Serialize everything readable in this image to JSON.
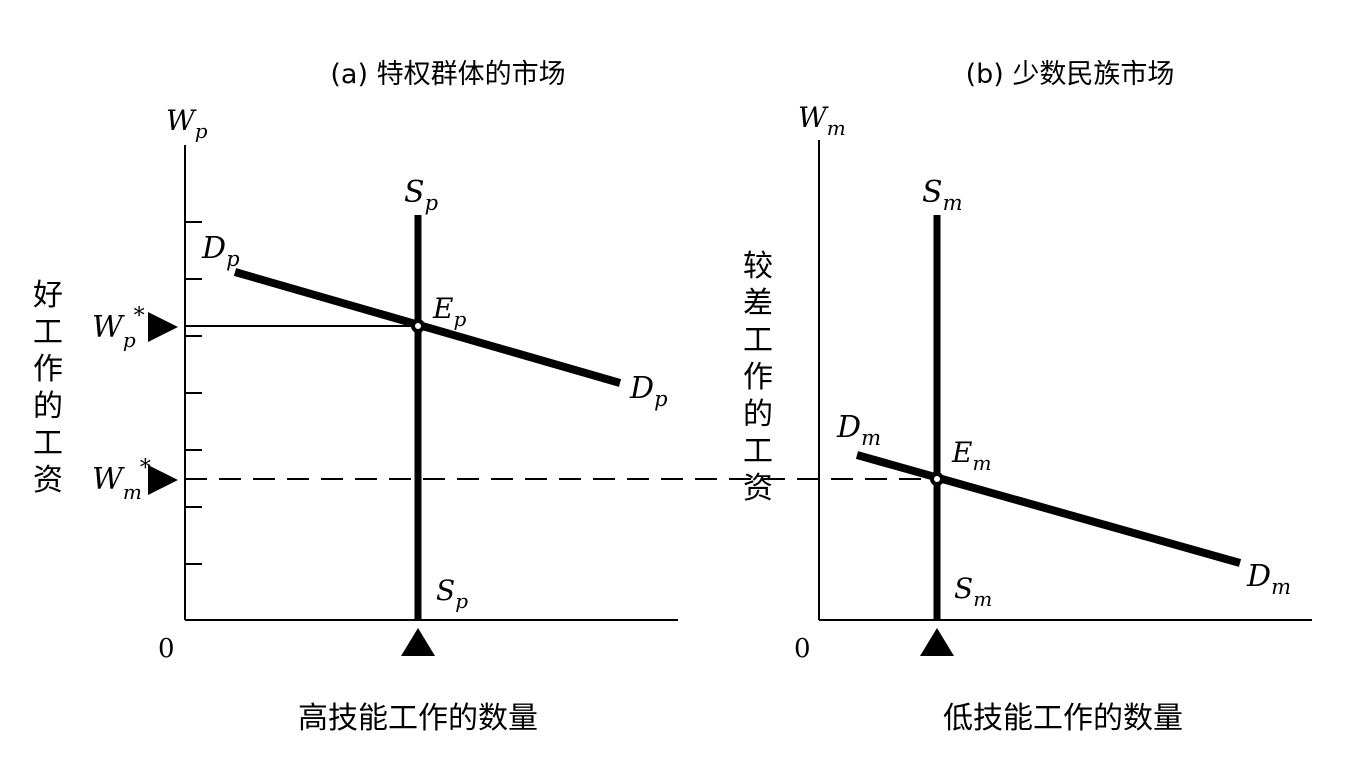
{
  "panel_a": {
    "title": "(a) 特权群体的市场",
    "y_axis_symbol": {
      "main": "W",
      "sub": "p"
    },
    "y_axis_side_label": [
      "好",
      "工",
      "作",
      "的",
      "工",
      "资"
    ],
    "x_axis_label": "高技能工作的数量",
    "origin": "0",
    "supply_top": {
      "main": "S",
      "sub": "p"
    },
    "supply_bottom": {
      "main": "S",
      "sub": "p"
    },
    "demand_left": {
      "main": "D",
      "sub": "p"
    },
    "demand_right": {
      "main": "D",
      "sub": "p"
    },
    "equilibrium": {
      "main": "E",
      "sub": "p"
    },
    "wage_p": {
      "main": "W",
      "sub": "p",
      "sup": "*"
    },
    "wage_m": {
      "main": "W",
      "sub": "m",
      "sup": "*"
    }
  },
  "panel_b": {
    "title": "(b) 少数民族市场",
    "y_axis_symbol": {
      "main": "W",
      "sub": "m"
    },
    "y_axis_side_label": [
      "较",
      "差",
      "工",
      "作",
      "的",
      "工",
      "资"
    ],
    "x_axis_label": "低技能工作的数量",
    "origin": "0",
    "supply_top": {
      "main": "S",
      "sub": "m"
    },
    "supply_bottom": {
      "main": "S",
      "sub": "m"
    },
    "demand_left": {
      "main": "D",
      "sub": "m"
    },
    "demand_right": {
      "main": "D",
      "sub": "m"
    },
    "equilibrium": {
      "main": "E",
      "sub": "m"
    }
  },
  "colors": {
    "ink": "#000000",
    "background": "#ffffff"
  }
}
